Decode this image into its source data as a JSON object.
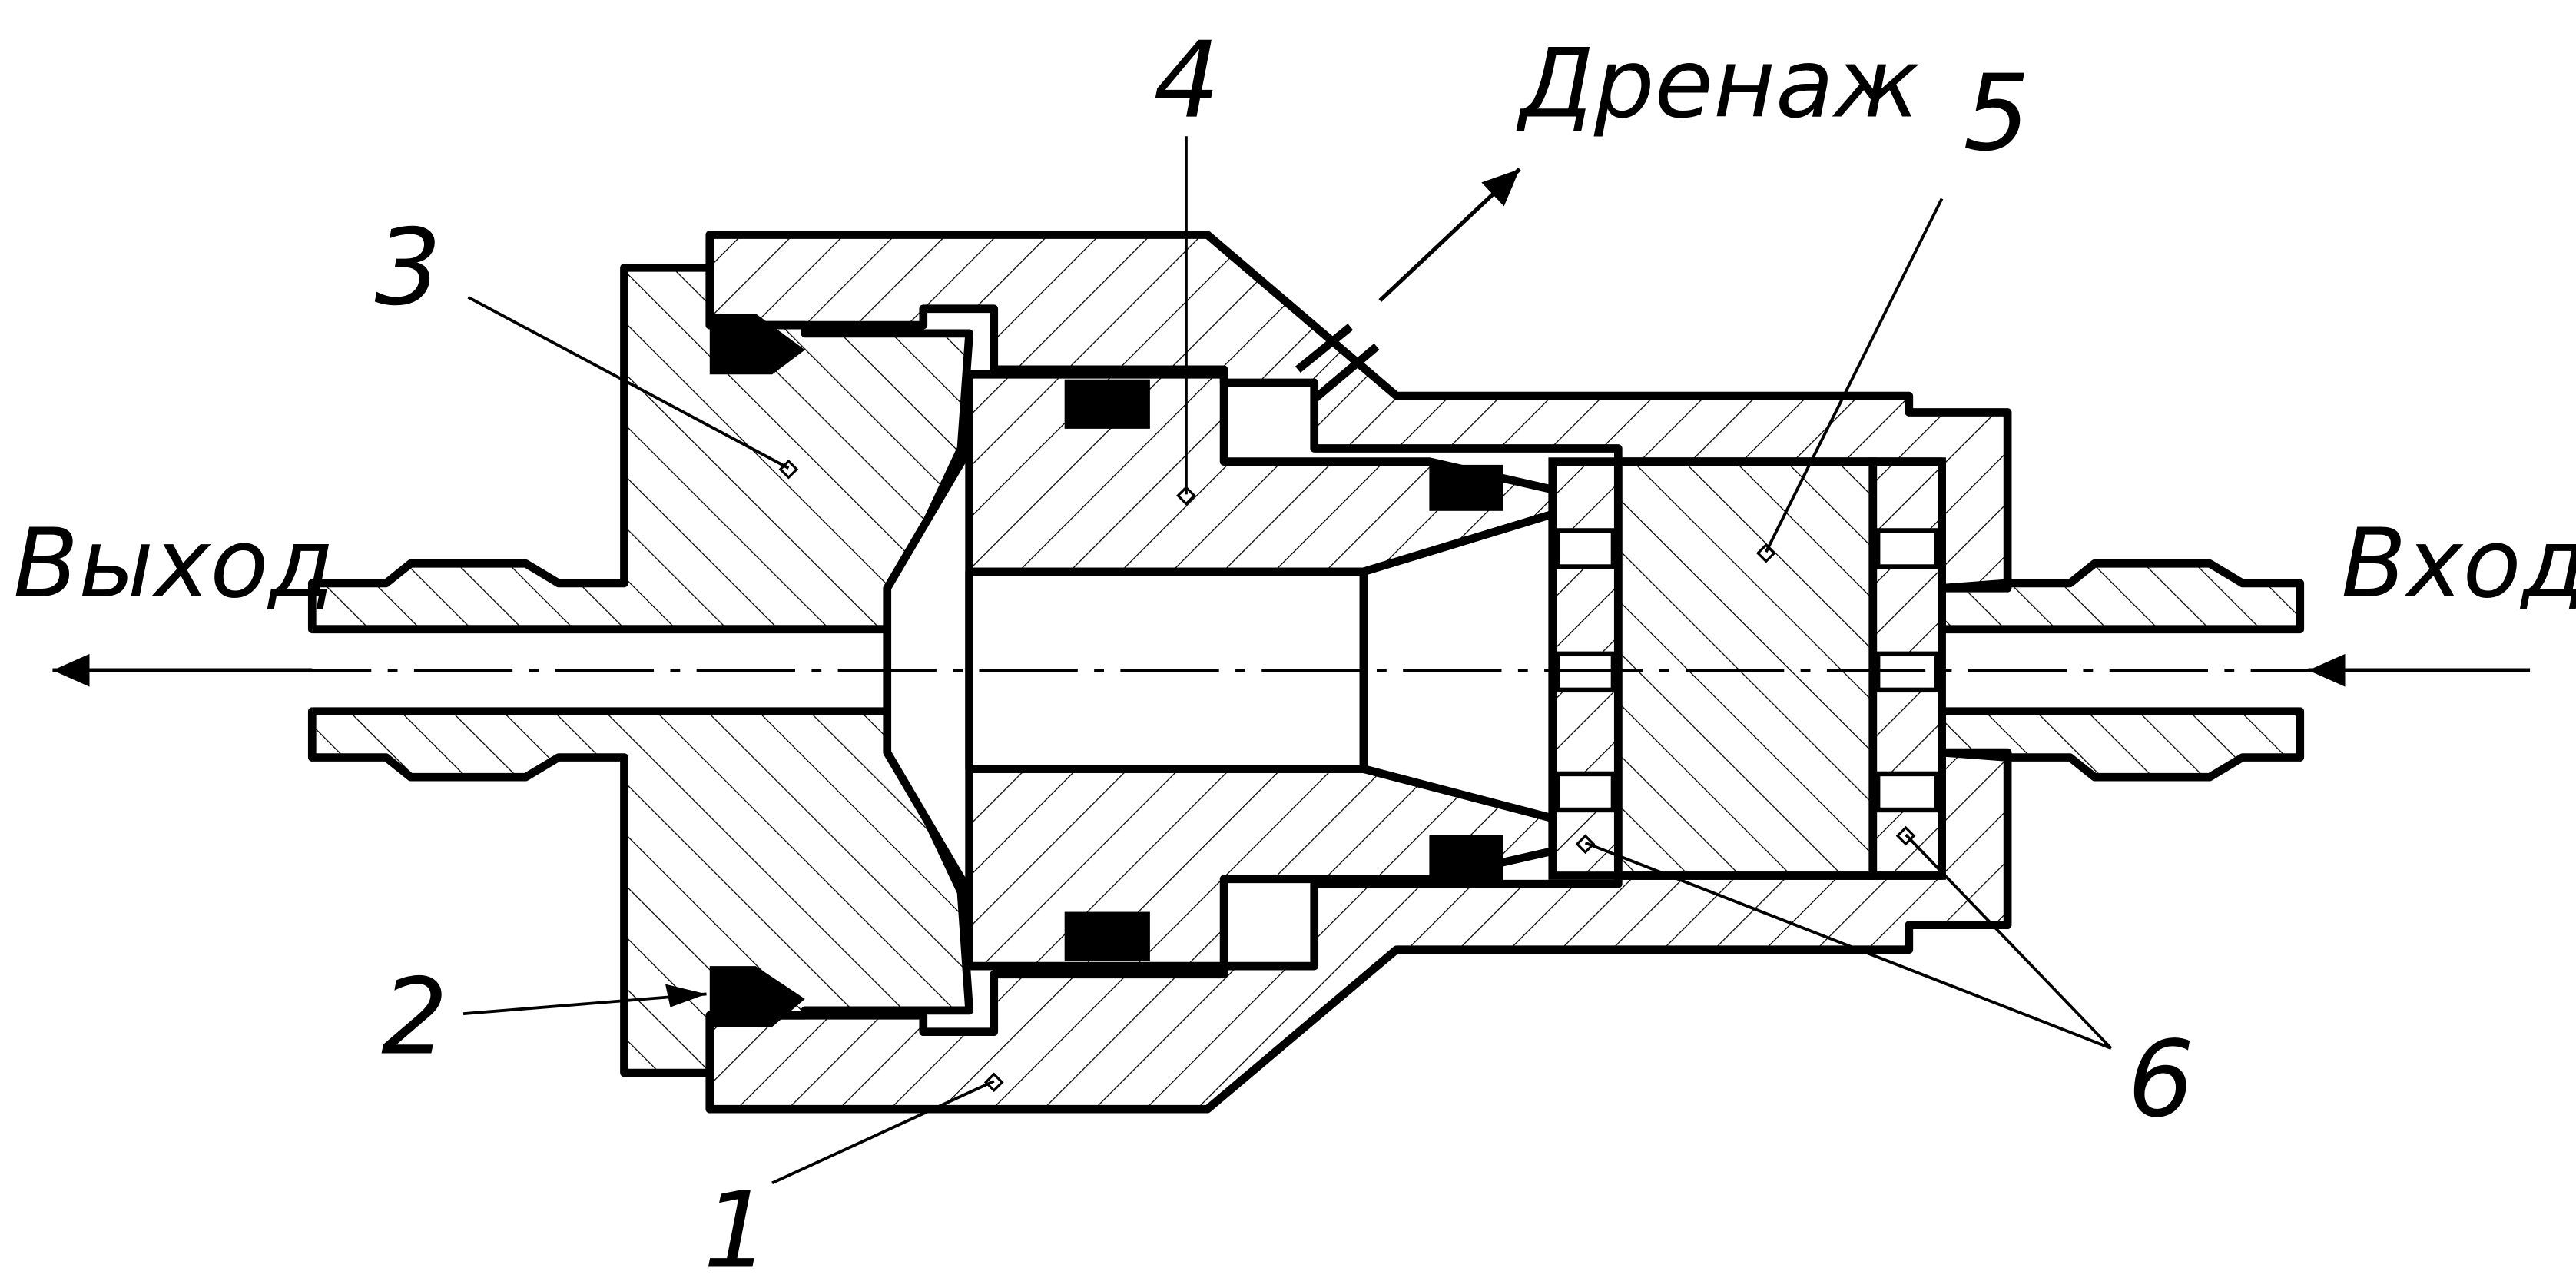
{
  "labels": {
    "inlet": "Вход",
    "outlet": "Выход",
    "drain": "Дренаж",
    "callouts": [
      "1",
      "2",
      "3",
      "4",
      "5",
      "6"
    ]
  },
  "colors": {
    "ink": "#000000",
    "paper": "#ffffff"
  }
}
